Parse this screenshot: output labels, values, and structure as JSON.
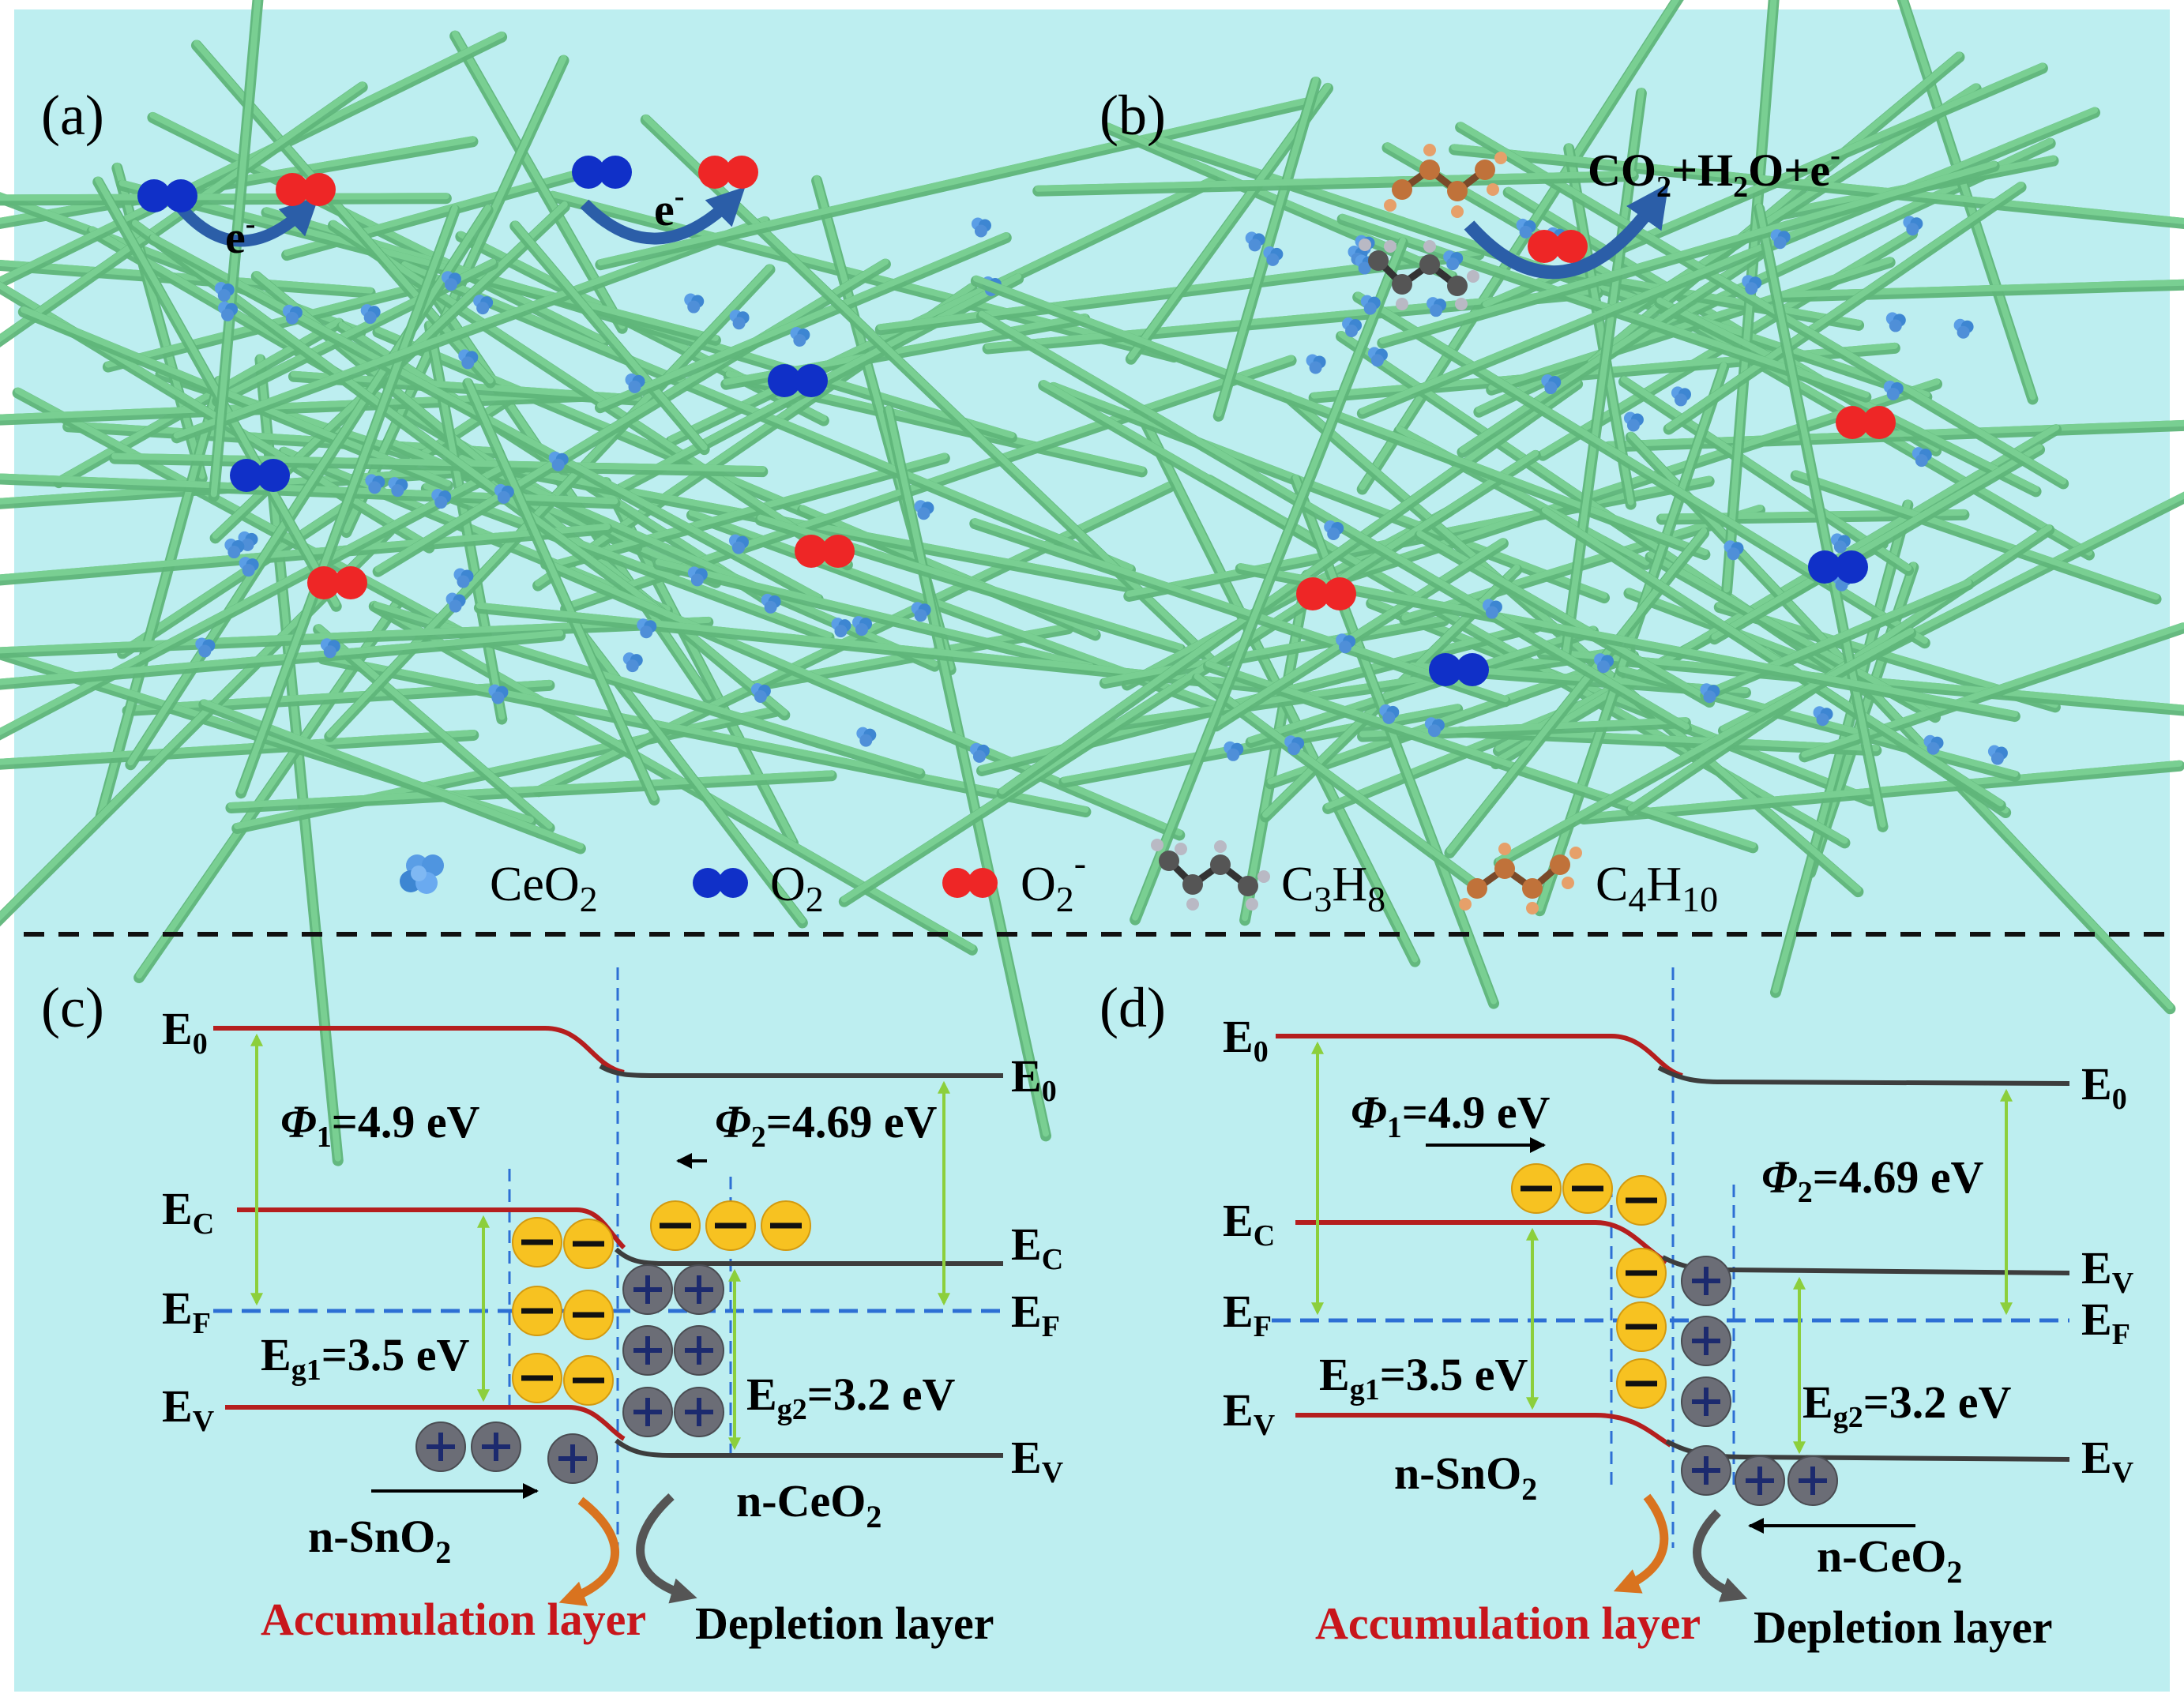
{
  "panels": {
    "a": "(a)",
    "b": "(b)",
    "c": "(c)",
    "d": "(d)"
  },
  "electron": "e",
  "electron_sup": "-",
  "reaction": {
    "co": "CO",
    "co_sub": "2",
    "mid": "+H",
    "h_sub": "2",
    "end": "O+e",
    "sup": "-"
  },
  "legend": {
    "ceo2": {
      "main": "CeO",
      "sub": "2"
    },
    "o2": {
      "main": "O",
      "sub": "2"
    },
    "o2m": {
      "main": "O",
      "sub": "2",
      "sup": "-"
    },
    "c3h8": {
      "c": "C",
      "c_sub": "3",
      "h": "H",
      "h_sub": "8"
    },
    "c4h10": {
      "c": "C",
      "c_sub": "4",
      "h": "H",
      "h_sub": "10"
    }
  },
  "levels": {
    "E": "E",
    "s0": "0",
    "sC": "C",
    "sF": "F",
    "sV": "V",
    "phi": "Φ",
    "phi1_sub": "1",
    "phi1_val": "=4.9 eV",
    "phi2_sub": "2",
    "phi2_val": "=4.69 eV",
    "eg1_sub": "g1",
    "eg1_val": "=3.5 eV",
    "eg2_sub": "g2",
    "eg2_val": "=3.2 eV",
    "sno2": {
      "main": "n-SnO",
      "sub": "2"
    },
    "ceo2": {
      "main": "n-CeO",
      "sub": "2"
    }
  },
  "layers": {
    "accumulation": "Accumulation layer",
    "depletion": "Depletion layer"
  },
  "colors": {
    "background": "#bdeef0",
    "fiber": "#79cf92",
    "o2_molecule": "#1030c8",
    "o2_minus": "#ee2626",
    "ceo2_particle": "#3d86d2",
    "band_left": "#b51e1e",
    "band_right": "#3d3d3d",
    "fermi": "#2d6fd4",
    "arrow_green": "#8ccf3c",
    "accumulation_text": "#c8161c",
    "electron_ball": "#f7c221",
    "hole_ball": "#6b6d76"
  }
}
